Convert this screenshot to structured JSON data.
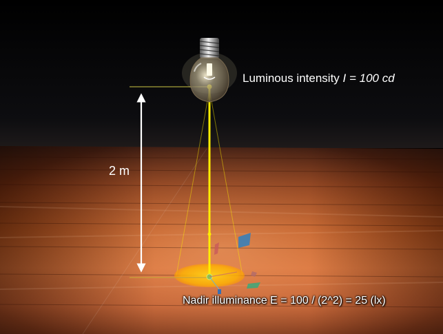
{
  "labels": {
    "intensity_prefix": "Luminous intensity ",
    "intensity_symbol": "I",
    "intensity_value": " = 100 cd",
    "height": "2 m",
    "illuminance": "Nadir illuminance E = 100 / (2^2) = 25 (lx)"
  },
  "colors": {
    "background": "#000000",
    "beam": "#ffee00",
    "guide_line": "#a8a23a",
    "dimension_arrow": "#ffffff",
    "light_spot": "#ffc400",
    "floor_mid": "#a8400e"
  },
  "icons": {
    "lamp": "light-bulb-icon",
    "gizmo": "transform-gizmo-icon"
  }
}
